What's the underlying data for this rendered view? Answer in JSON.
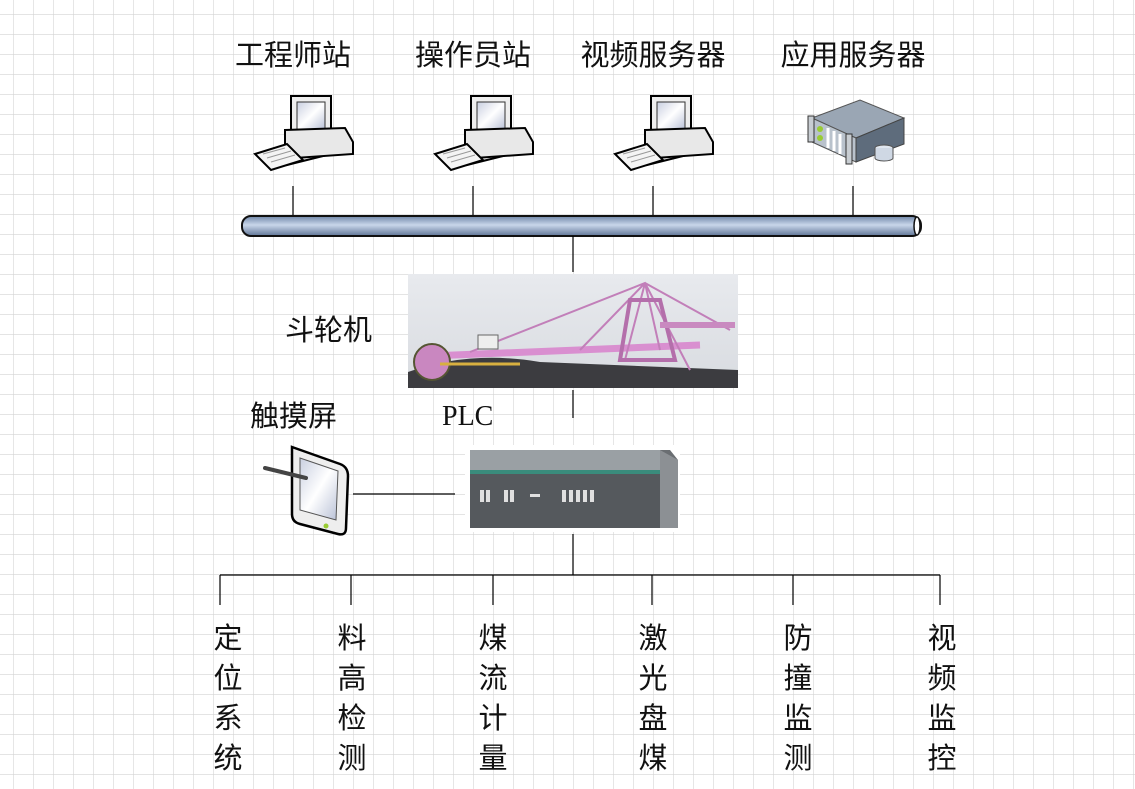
{
  "top_nodes": [
    {
      "label": "工程师站",
      "icon": "workstation-icon"
    },
    {
      "label": "操作员站",
      "icon": "workstation-icon"
    },
    {
      "label": "视频服务器",
      "icon": "workstation-icon"
    },
    {
      "label": "应用服务器",
      "icon": "server-icon"
    }
  ],
  "machine": {
    "label": "斗轮机"
  },
  "touchscreen": {
    "label": "触摸屏"
  },
  "plc": {
    "label": "PLC"
  },
  "subsystems": [
    {
      "chars": [
        "定",
        "位",
        "系",
        "统"
      ]
    },
    {
      "chars": [
        "料",
        "高",
        "检",
        "测"
      ]
    },
    {
      "chars": [
        "煤",
        "流",
        "计",
        "量"
      ]
    },
    {
      "chars": [
        "激",
        "光",
        "盘",
        "煤"
      ]
    },
    {
      "chars": [
        "防",
        "撞",
        "监",
        "测"
      ]
    },
    {
      "chars": [
        "视",
        "频",
        "监",
        "控"
      ]
    }
  ],
  "colors": {
    "bus": "#9fb2cf",
    "grid": "#d4d4d4",
    "machine": "#d98fd0"
  }
}
